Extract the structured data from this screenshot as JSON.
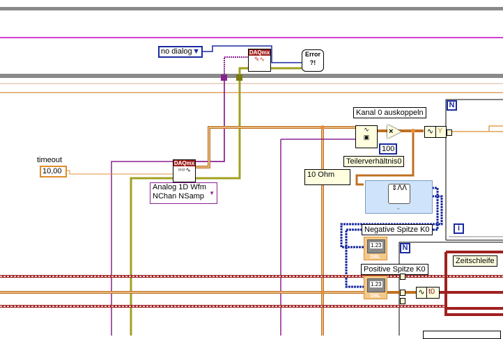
{
  "controls": {
    "dialog_ring": "no dialog",
    "timeout_label": "timeout",
    "timeout_value": "10,00",
    "read_mode": [
      "Analog 1D Wfm",
      "NChan NSamp"
    ]
  },
  "nodes": {
    "daqmx_clear": "DAQmx",
    "daqmx_read": "DAQmx",
    "error_handler": "Error ?!",
    "multiply_constant": "100",
    "ohm_constant": "10 Ohm",
    "indicator_neg_value": "1.23",
    "indicator_neg_type": "DBL",
    "indicator_pos_value": "1.23",
    "indicator_pos_type": "DBL",
    "get_waveform_y": "Y",
    "get_waveform_t0": "t0"
  },
  "labels": {
    "kanal": "Kanal  0 auskoppeln",
    "teiler": "Teilerverhältnis0",
    "negative": "Negative Spitze K0",
    "positive": "Positive Spitze K0",
    "zeitschleife": "Zeitschleife"
  },
  "loops": {
    "count_terminal": "N",
    "iteration_terminal": "i"
  }
}
